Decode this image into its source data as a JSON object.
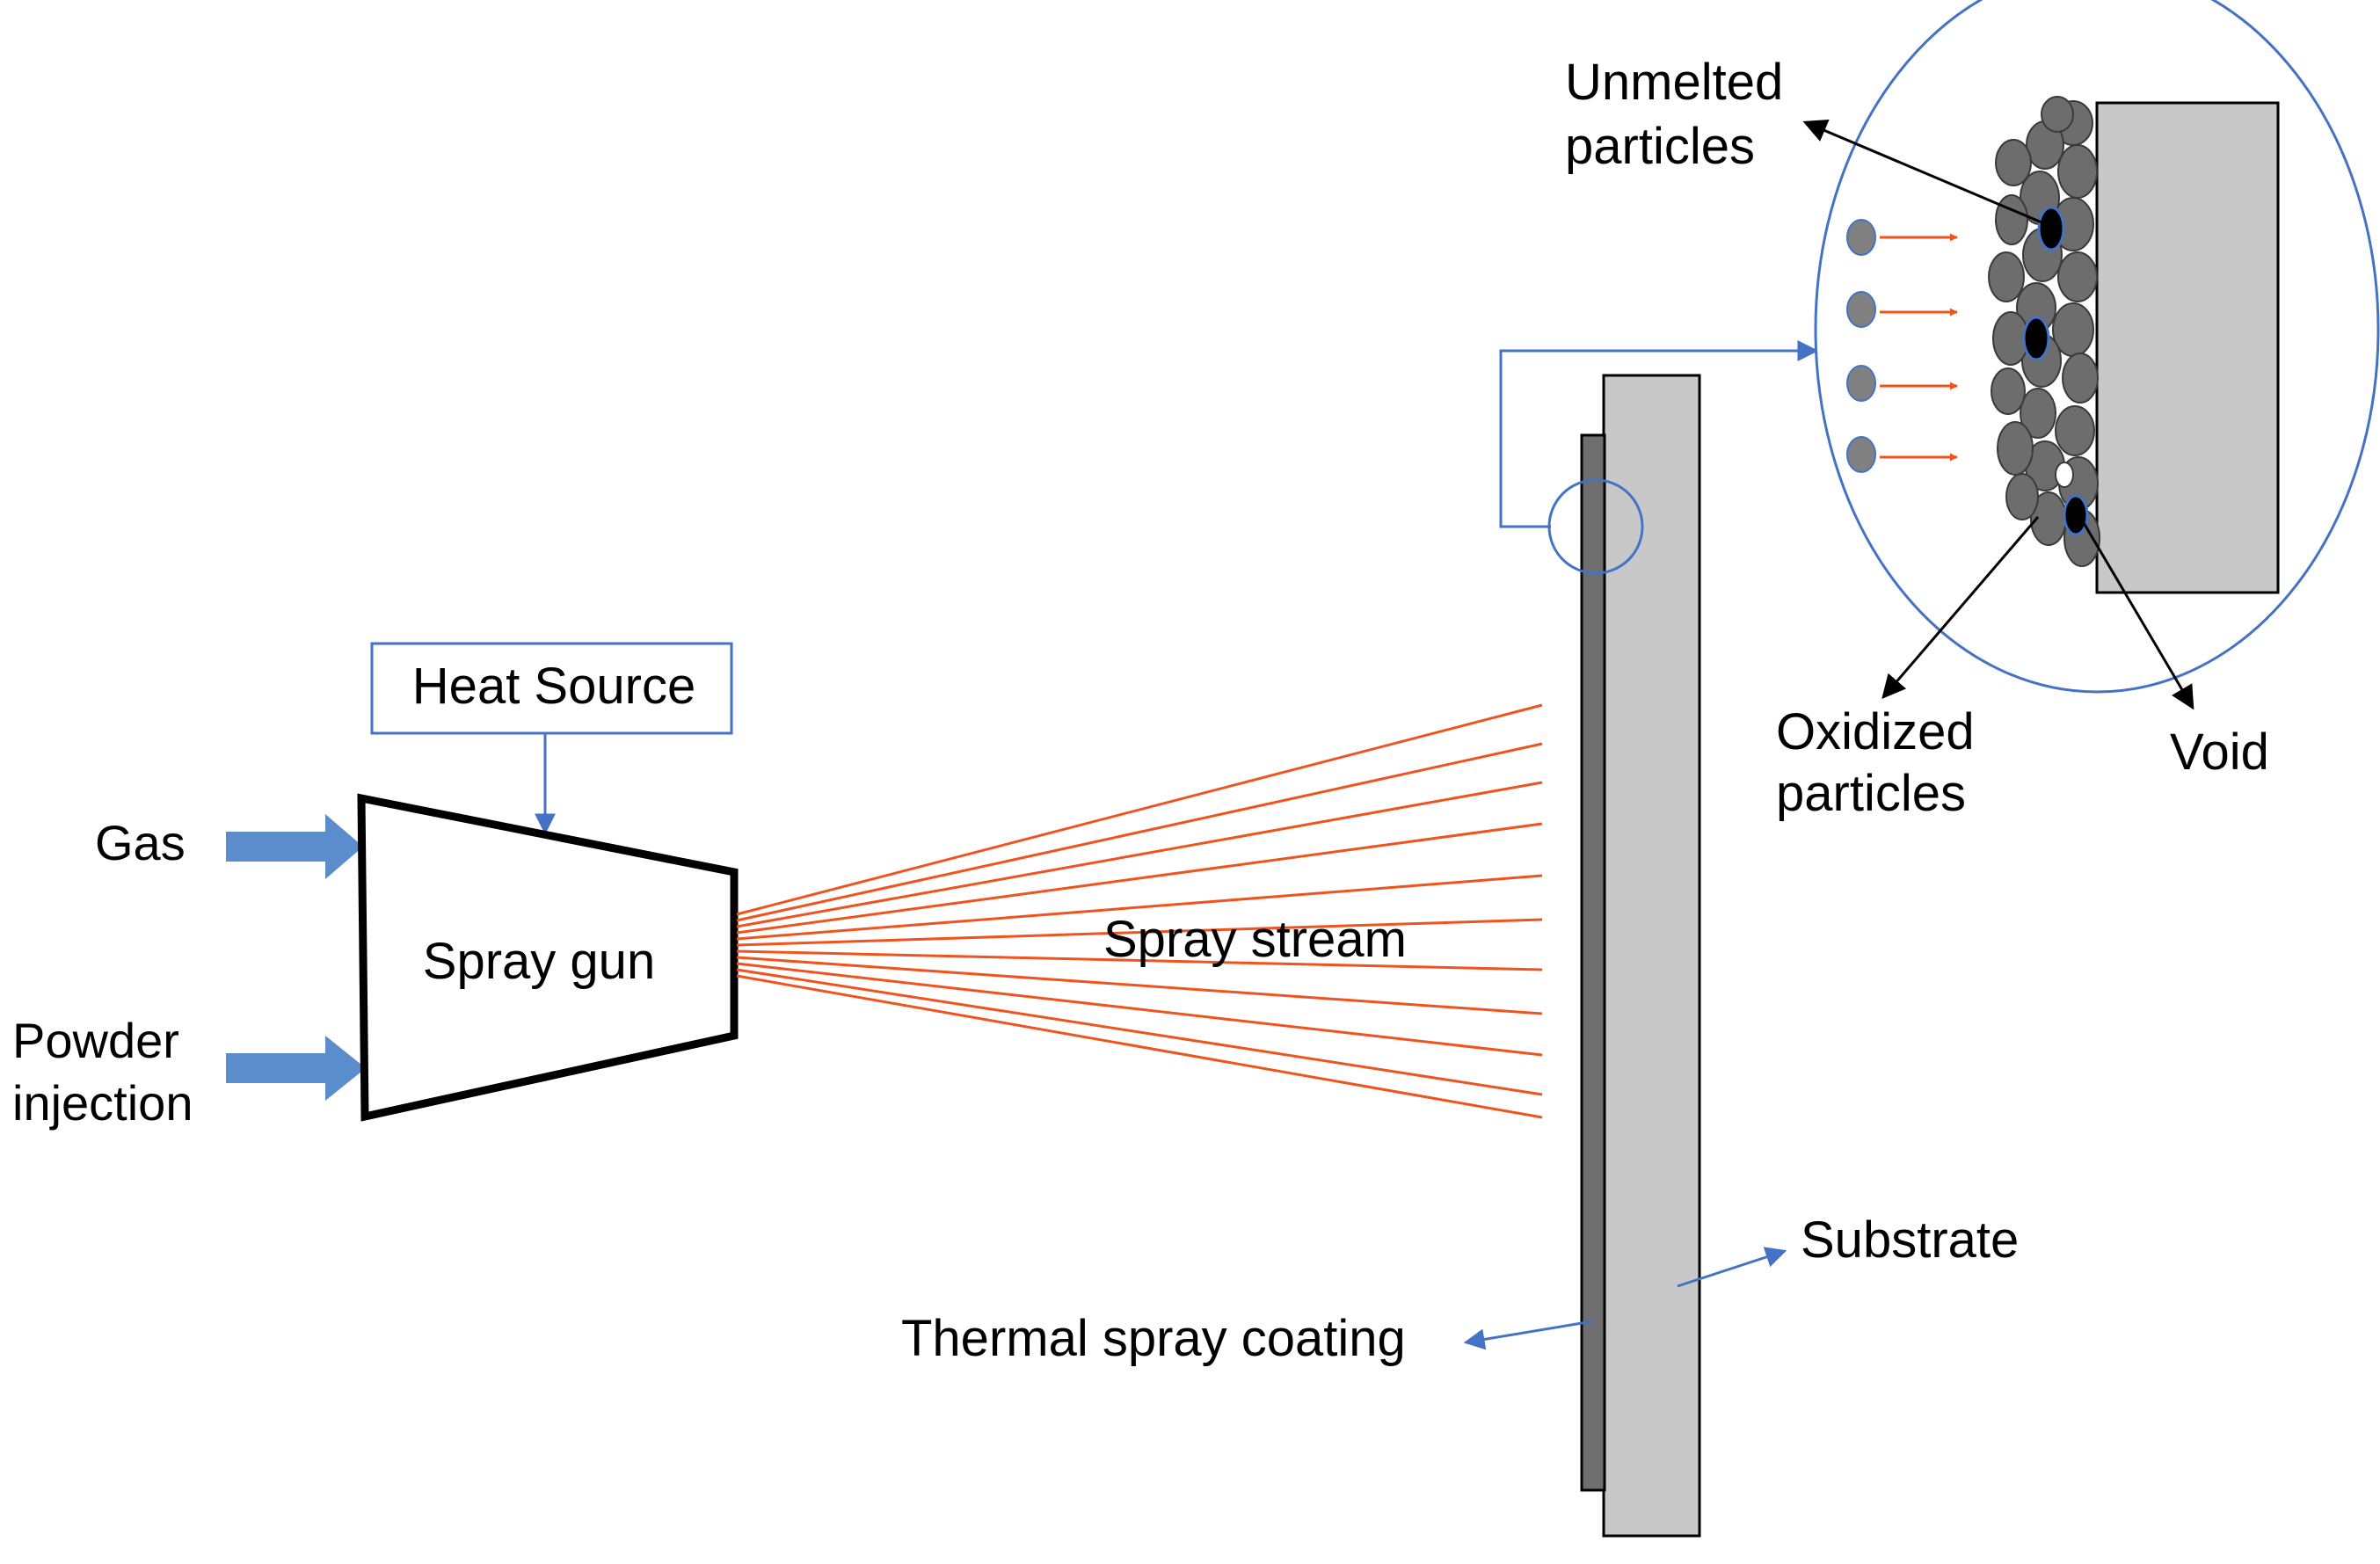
{
  "labels": {
    "heat_source": "Heat Source",
    "gas": "Gas",
    "powder_injection": [
      "Powder",
      "injection"
    ],
    "spray_gun": "Spray gun",
    "spray_stream": "Spray stream",
    "substrate": "Substrate",
    "thermal_spray_coating": "Thermal spray coating",
    "unmelted_particles": [
      "Unmelted",
      "particles"
    ],
    "oxidized_particles": [
      "Oxidized",
      "particles"
    ],
    "void": "Void"
  },
  "colors": {
    "spray": "#f0541e",
    "leader": "#4472c4",
    "input_arrow": "#5b8ccc",
    "substrate": "#c8c8c8",
    "coating": "#6f6f6f",
    "splat": "#6d6d6d",
    "void": "#000000",
    "particle": "#808080"
  }
}
